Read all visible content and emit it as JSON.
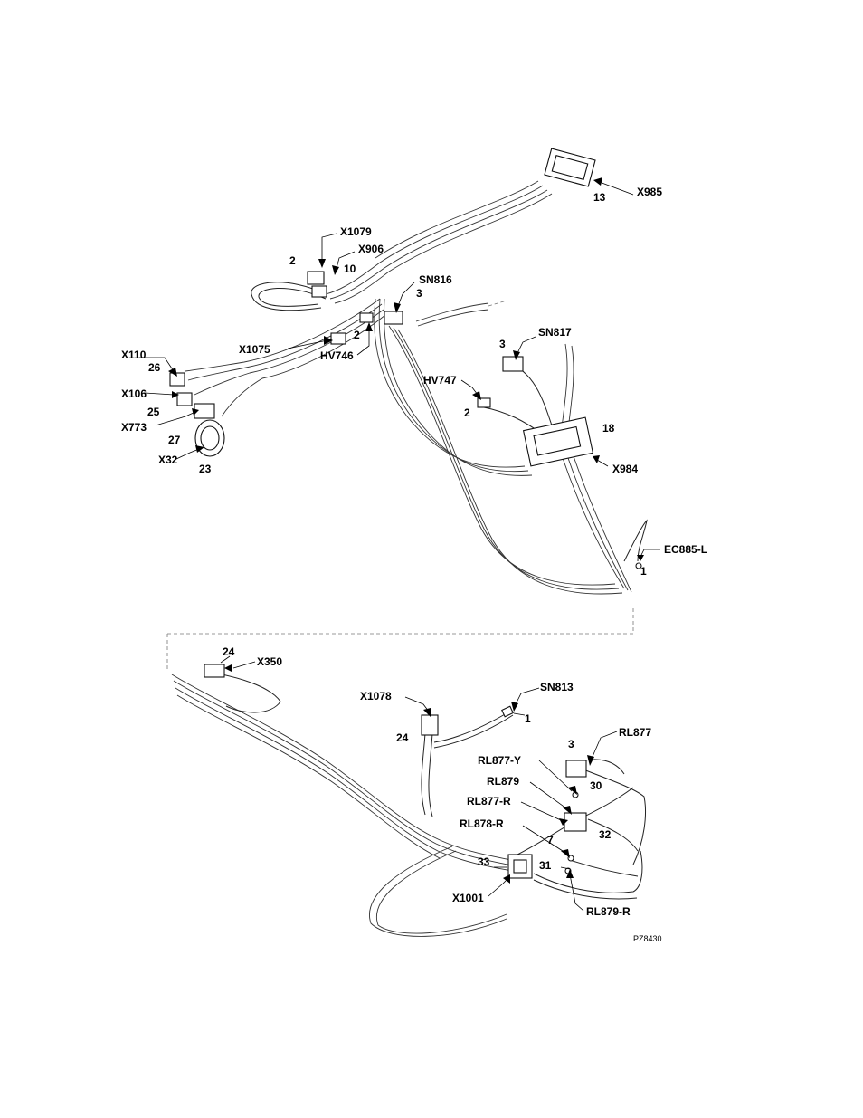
{
  "labels_top": {
    "X985": "X985",
    "n13": "13",
    "X1079": "X1079",
    "X906": "X906",
    "n2a": "2",
    "n10": "10",
    "SN816": "SN816",
    "n3a": "3",
    "X1075": "X1075",
    "n2b": "2",
    "HV746": "HV746",
    "SN817": "SN817",
    "n3b": "3",
    "HV747": "HV747",
    "n2c": "2",
    "X110": "X110",
    "n26": "26",
    "X106": "X106",
    "n25": "25",
    "X773": "X773",
    "n27": "27",
    "X32": "X32",
    "n23": "23",
    "n18": "18",
    "X984": "X984",
    "EC885L": "EC885-L",
    "n1a": "1"
  },
  "labels_bottom": {
    "n24a": "24",
    "X350": "X350",
    "X1078": "X1078",
    "n24b": "24",
    "SN813": "SN813",
    "n1b": "1",
    "n3c": "3",
    "RL877": "RL877",
    "RL877Y": "RL877-Y",
    "n30": "30",
    "RL879": "RL879",
    "RL877R": "RL877-R",
    "n7": "7",
    "n32": "32",
    "RL878R": "RL878-R",
    "n33": "33",
    "n31": "31",
    "X1001": "X1001",
    "RL879R": "RL879-R"
  },
  "figure_code": "PZ8430"
}
